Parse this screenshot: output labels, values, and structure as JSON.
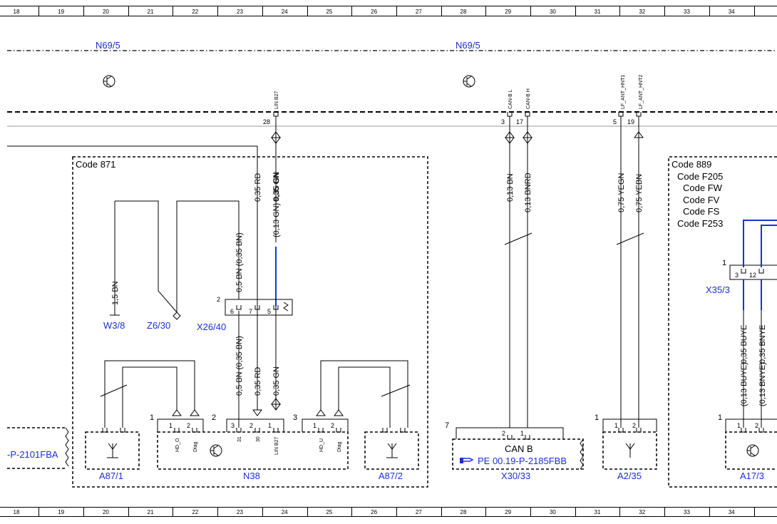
{
  "grid": {
    "columns": [
      "18",
      "19",
      "20",
      "21",
      "22",
      "23",
      "24",
      "25",
      "26",
      "27",
      "28",
      "29",
      "30",
      "31",
      "32",
      "33",
      "34"
    ]
  },
  "colors": {
    "line": "#000000",
    "blue_label": "#1a2fd6",
    "blue_wire": "#1433d9"
  },
  "labels": {
    "n69_left": "N69/5",
    "n69_right": "N69/5",
    "code871": "Code 871",
    "code889": "Code 889",
    "code_list": [
      "Code F205",
      "Code FW",
      "Code FV",
      "Code FS",
      "Code F253"
    ],
    "w3_8": "W3/8",
    "z6_30": "Z6/30",
    "x26_40": "X26/40",
    "x35_3": "X35/3",
    "a87_1": "A87/1",
    "n38": "N38",
    "a87_2": "A87/2",
    "x30_33": "X30/33",
    "a2_35": "A2/35",
    "a17_3": "A17/3",
    "can_b": "CAN B",
    "pe_ref": "PE 00.19-P-2185FBB",
    "left_ref": "-P-2101FBA"
  },
  "pin_labels": {
    "lin_b27": "LIN B27",
    "can_l": "CAN-B L",
    "can_h": "CAN-B H",
    "lf_ant1": "LF_ANT_HNT1",
    "lf_ant2": "LF_ANT_HNT2",
    "hd_o": "HD_O",
    "diag": "Diag",
    "p31": "31",
    "p30": "30",
    "lin_b27_n38": "LIN B27",
    "hd_u": "HD_U",
    "diag2": "Diag"
  },
  "pins": {
    "p28": "28",
    "p3": "3",
    "p17": "17",
    "p5": "5",
    "p19": "19",
    "x26_2": "2",
    "x26_6": "6",
    "x26_7": "7",
    "x26_5": "5",
    "a87_1_1": "1",
    "a87_1_c1": "1",
    "a87_1_c2": "2",
    "n38_2": "2",
    "n38_3a": "3",
    "n38_c3": "3",
    "n38_c2": "2",
    "n38_c1": "1",
    "n38_3": "3",
    "a87_2_c1": "1",
    "a87_2_c2": "2",
    "x30_7": "7",
    "x30_c2": "2",
    "x30_c1": "1",
    "a2_1": "1",
    "a2_c1": "1",
    "a2_c2": "2",
    "a17_1": "1",
    "a17_c1": "1",
    "a17_c2": "2",
    "x35_1": "1",
    "x35_3p": "3",
    "x35_12": "12"
  },
  "wire_labels": {
    "w_rd": "0,35 RD",
    "w_gn": "0,35 GN",
    "w_bn_paren": "0,5 BN (0,35 BN)",
    "w_gn_paren": "(0,13 GN) 0,35 GN",
    "w_15bn": "1,5 BN",
    "w_bn_lower": "0,5 BN (0,35 BN)",
    "w_rd_lower": "0,35 RD",
    "w_gn_lower": "0,35 GN",
    "w_013bn": "0,13 BN",
    "w_013bnrd": "0,13 BNRD",
    "w_075yegn": "0,75 YEGN",
    "w_075yebn": "0,75 YEBN",
    "w_buye": "0,35 BUYE",
    "w_bnye": "0,35 BNYE",
    "w_buye_paren": "(0,13 BUYE)",
    "w_bnye_paren": "(0,13 BNYE)"
  },
  "icons": [
    "transistor-icon",
    "antenna-icon",
    "connector-ground-icon",
    "hand-pointer-icon"
  ]
}
